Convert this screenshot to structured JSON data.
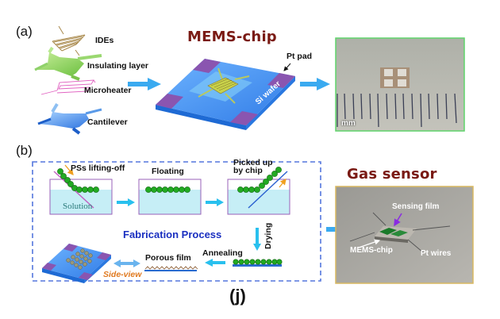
{
  "figure_label": "(j)",
  "panel_a": {
    "label": "(a)",
    "layers": [
      {
        "name": "IDEs",
        "color": "#b08a4a"
      },
      {
        "name": "Insulating layer",
        "color": "#8fd16a"
      },
      {
        "name": "Microheater",
        "color": "#e060c0"
      },
      {
        "name": "Cantilever",
        "color": "#3a7fe0"
      }
    ],
    "chip_title": "MEMS-chip",
    "pt_pad_label": "Pt pad",
    "si_wafer_label": "Si wafer",
    "photo_scale_label": "mm"
  },
  "panel_b": {
    "label": "(b)",
    "steps": {
      "lifting_off": "PSs lifting-off",
      "solution": "Solution",
      "floating": "Floating",
      "picked_up_line1": "Picked up",
      "picked_up_line2": "by chip",
      "drying": "Drying",
      "annealing": "Annealing",
      "porous_film": "Porous film",
      "side_view": "Side-view"
    },
    "process_title": "Fabrication Process",
    "sensor_title": "Gas sensor",
    "sensor_photo_labels": {
      "sensing_film": "Sensing film",
      "mems_chip": "MEMS-chip",
      "pt_wires": "Pt wires"
    }
  },
  "colors": {
    "arrow": "#3aaaf0",
    "title_red": "#7a1a14",
    "process_blue": "#1a2fc0",
    "dash_border": "#5577dd",
    "sphere": "#22aa22",
    "pad": "#8a55b0",
    "wafer": "#3a86e6"
  }
}
